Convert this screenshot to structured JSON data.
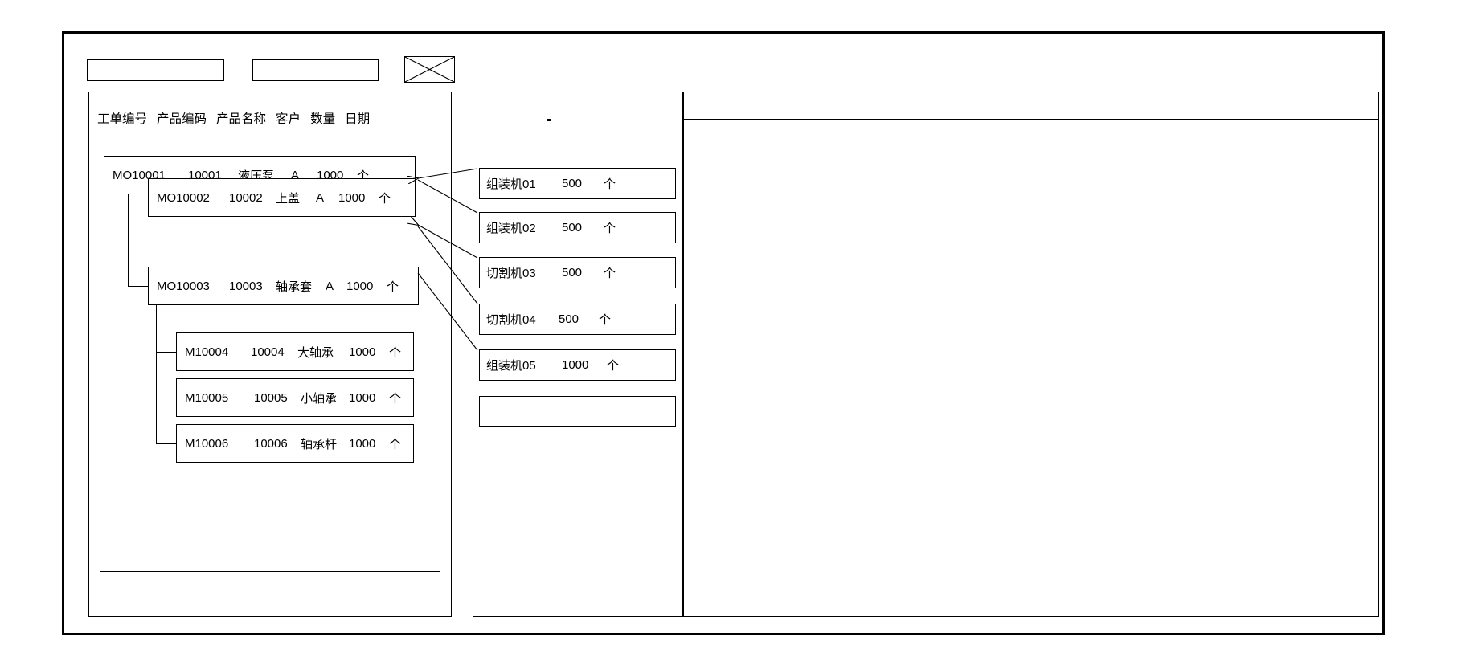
{
  "window": {
    "title": ""
  },
  "toolbar": {
    "field_1_value": "",
    "field_1_placeholder": "",
    "field_2_value": "",
    "field_2_placeholder": "",
    "image_placeholder_icon": "crossed-box-image-placeholder"
  },
  "workorder_panel": {
    "columns": [
      {
        "label": "工单编号"
      },
      {
        "label": "产品编码"
      },
      {
        "label": "产品名称"
      },
      {
        "label": "客户"
      },
      {
        "label": "数量"
      },
      {
        "label": "日期"
      }
    ],
    "rows": [
      {
        "id": "MO10001",
        "order_no": "MO10001",
        "product_code": "10001",
        "product_name": "液压泵",
        "customer": "A",
        "quantity": "1000",
        "unit": "个",
        "level": 0
      },
      {
        "id": "MO10002",
        "order_no": "MO10002",
        "product_code": "10002",
        "product_name": "上盖",
        "customer": "A",
        "quantity": "1000",
        "unit": "个",
        "level": 1
      },
      {
        "id": "MO10003",
        "order_no": "MO10003",
        "product_code": "10003",
        "product_name": "轴承套",
        "customer": "A",
        "quantity": "1000",
        "unit": "个",
        "level": 1
      },
      {
        "id": "M10004",
        "order_no": "M10004",
        "product_code": "10004",
        "product_name": "大轴承",
        "customer": "",
        "quantity": "1000",
        "unit": "个",
        "level": 2
      },
      {
        "id": "M10005",
        "order_no": "M10005",
        "product_code": "10005",
        "product_name": "小轴承",
        "customer": "",
        "quantity": "1000",
        "unit": "个",
        "level": 2
      },
      {
        "id": "M10006",
        "order_no": "M10006",
        "product_code": "10006",
        "product_name": "轴承杆",
        "customer": "",
        "quantity": "1000",
        "unit": "个",
        "level": 2
      }
    ]
  },
  "machine_panel": {
    "rows": [
      {
        "id": "m01",
        "machine": "组装机01",
        "quantity": "500",
        "unit": "个"
      },
      {
        "id": "m02",
        "machine": "组装机02",
        "quantity": "500",
        "unit": "个"
      },
      {
        "id": "m03",
        "machine": "切割机03",
        "quantity": "500",
        "unit": "个"
      },
      {
        "id": "m04",
        "machine": "切割机04",
        "quantity": "500",
        "unit": "个"
      },
      {
        "id": "m05",
        "machine": "组装机05",
        "quantity": "1000",
        "unit": "个"
      }
    ],
    "empty_slot_label": ""
  },
  "detail_panel": {
    "header_text": "",
    "body_text": ""
  },
  "connectors": [
    {
      "from": "m01",
      "to": "MO10001"
    },
    {
      "from": "m02",
      "to": "MO10001"
    },
    {
      "from": "m03",
      "to": "MO10002"
    },
    {
      "from": "m04",
      "to": "MO10002"
    },
    {
      "from": "m05",
      "to": "MO10003"
    }
  ],
  "colors": {
    "stroke": "#000000",
    "background": "#ffffff",
    "text": "#000000"
  }
}
